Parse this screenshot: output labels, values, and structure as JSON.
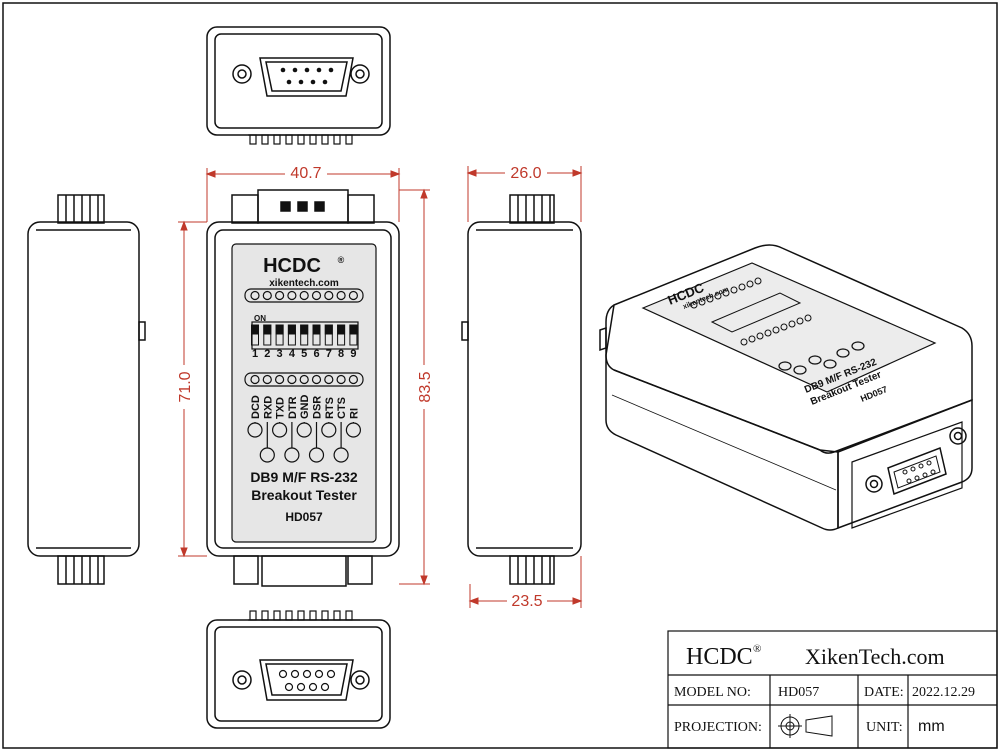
{
  "dimensions": {
    "width_mm": "40.7",
    "height_pcb": "71.0",
    "height_total": "83.5",
    "depth_mm": "26.0",
    "depth_body": "23.5"
  },
  "panel": {
    "brand": "HCDC",
    "reg_mark": "®",
    "website": "xikentech.com",
    "switch_on_label": "ON",
    "switch_numbers": [
      "1",
      "2",
      "3",
      "4",
      "5",
      "6",
      "7",
      "8",
      "9"
    ],
    "signals": [
      "DCD",
      "RXD",
      "TXD",
      "DTR",
      "GND",
      "DSR",
      "RTS",
      "CTS",
      "RI"
    ],
    "title_line1": "DB9 M/F RS-232",
    "title_line2": "Breakout Tester",
    "model": "HD057"
  },
  "title_block": {
    "brand": "HCDC",
    "reg_mark": "®",
    "site": "XikenTech.com",
    "model_label": "MODEL NO:",
    "model_value": "HD057",
    "date_label": "DATE:",
    "date_value": "2022.12.29",
    "projection_label": "PROJECTION:",
    "unit_label": "UNIT:",
    "unit_value": "mm"
  },
  "colors": {
    "line": "#111111",
    "dimension": "#c0392b",
    "panel_fill": "#e6e6e6"
  }
}
